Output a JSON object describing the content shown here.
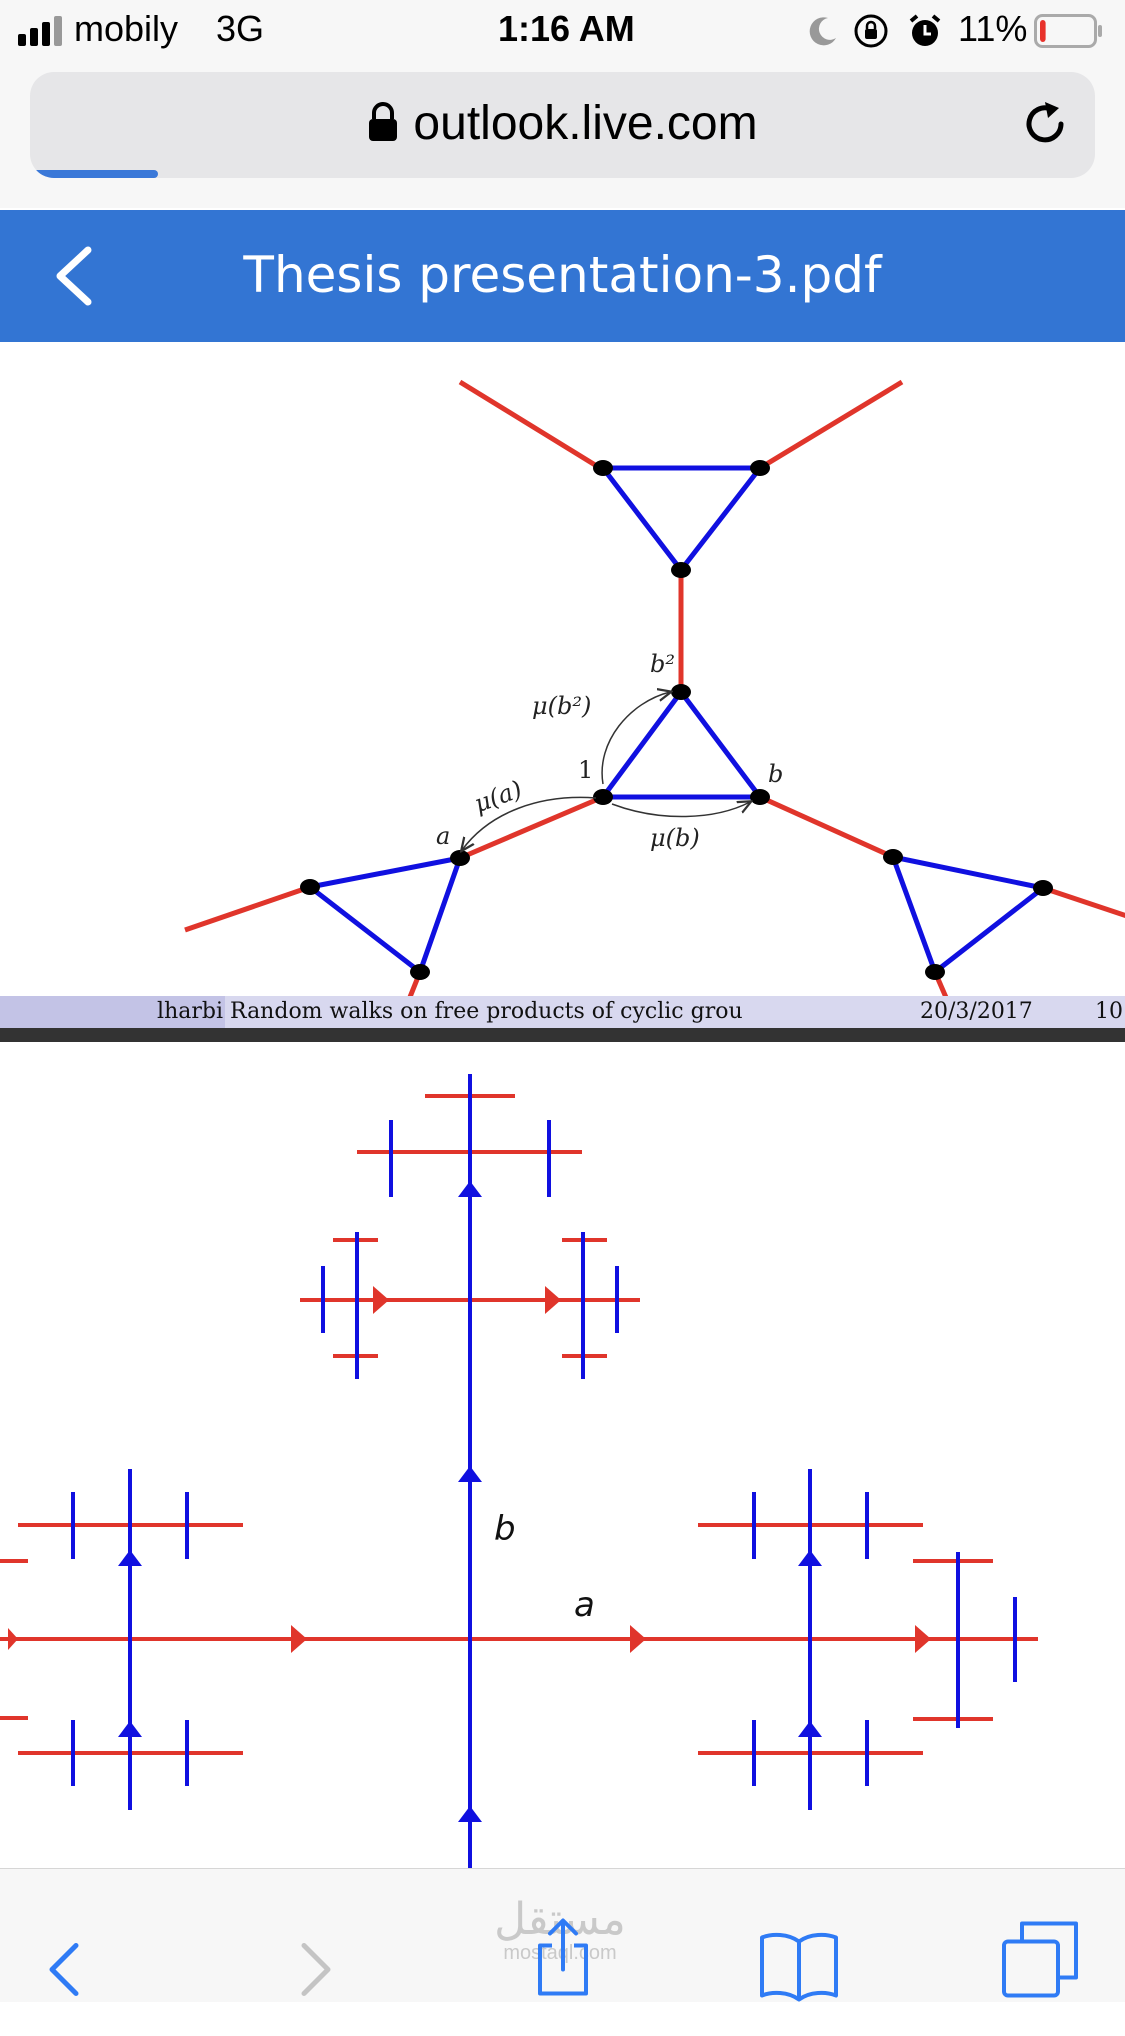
{
  "status_bar": {
    "carrier": "mobily",
    "network": "3G",
    "time": "1:16 AM",
    "battery_percent": "11%",
    "battery_level": 0.11
  },
  "browser": {
    "url": "outlook.live.com",
    "load_progress": 0.12
  },
  "app_header": {
    "title": "Thesis presentation-3.pdf"
  },
  "slide1": {
    "labels": {
      "b_squared": "b²",
      "mu_b_squared": "μ(b²)",
      "one": "1",
      "b": "b",
      "mu_a": "μ(a)",
      "a": "a",
      "mu_b": "μ(b)"
    },
    "footer": {
      "author": "lharbi",
      "title": "Random walks on free products of cyclic grou",
      "date": "20/3/2017",
      "page": "10"
    }
  },
  "slide2": {
    "label_b": "b",
    "label_a": "a"
  },
  "toolbar": {
    "watermark_arabic": "مستقل",
    "watermark_latin": "mostaql.com"
  },
  "colors": {
    "header_blue": "#3375d3",
    "edge_red": "#e0352b",
    "edge_blue": "#1010e0",
    "ios_blue": "#2f7bf5"
  }
}
